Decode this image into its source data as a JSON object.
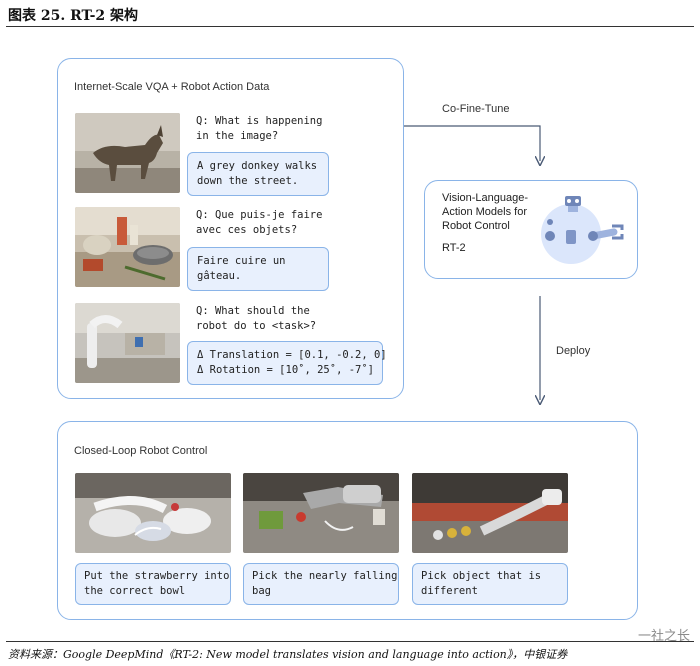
{
  "figure_title": "图表 25. RT-2 架构",
  "top_panel": {
    "label": "Internet-Scale VQA + Robot Action Data",
    "examples": [
      {
        "photo": "donkey-photo",
        "question": "Q: What is happening\nin the image?",
        "answer": "A grey donkey walks\ndown the street."
      },
      {
        "photo": "kitchen-table-photo",
        "question": "Q: Que puis-je faire\navec ces objets?",
        "answer": "Faire cuire un\ngâteau."
      },
      {
        "photo": "robot-arm-photo",
        "question": "Q: What should the\nrobot do to <task>?",
        "answer": "Δ Translation = [0.1, -0.2, 0]\nΔ Rotation = [10˚, 25˚, -7˚]"
      }
    ]
  },
  "flow": {
    "cofinetune": "Co-Fine-Tune",
    "deploy": "Deploy"
  },
  "vla_box": {
    "title": "Vision-Language-\nAction Models for\nRobot Control",
    "model": "RT-2",
    "robot_icon": "robot-icon"
  },
  "bottom_panel": {
    "label": "Closed-Loop Robot Control",
    "steps": [
      {
        "photo": "strawberry-bowl-photo",
        "caption": "Put the strawberry into\nthe correct bowl"
      },
      {
        "photo": "falling-bag-photo",
        "caption": "Pick the nearly falling\nbag"
      },
      {
        "photo": "different-object-photo",
        "caption": "Pick object that is\ndifferent"
      }
    ]
  },
  "source": "资料来源：Google DeepMind《RT-2: New model translates vision and language into action》，中银证券",
  "watermark": "一社之长",
  "colors": {
    "accent_border": "#8ab4e8",
    "bubble_fill": "#e8f0fd",
    "arrow": "#4a5a75"
  }
}
